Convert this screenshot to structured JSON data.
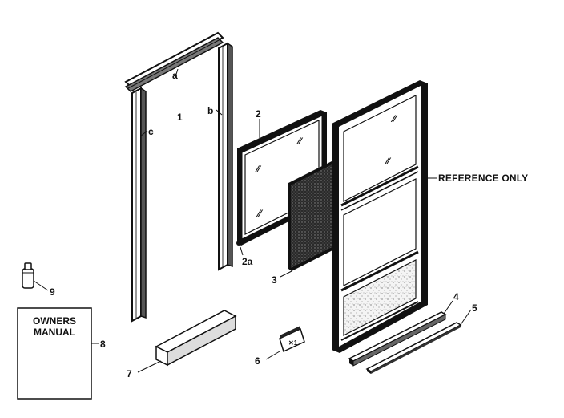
{
  "callouts": {
    "a": "a",
    "b": "b",
    "c": "c",
    "p1": "1",
    "p2": "2",
    "p2a": "2a",
    "p3": "3",
    "p4": "4",
    "p5": "5",
    "p6": "6",
    "p7": "7",
    "p8": "8",
    "p9": "9"
  },
  "reference_label": "REFERENCE ONLY",
  "manual": {
    "line1": "OWNERS",
    "line2": "MANUAL"
  },
  "colors": {
    "ink": "#111111",
    "screen": "#3a3a3a",
    "paper": "#ffffff"
  }
}
